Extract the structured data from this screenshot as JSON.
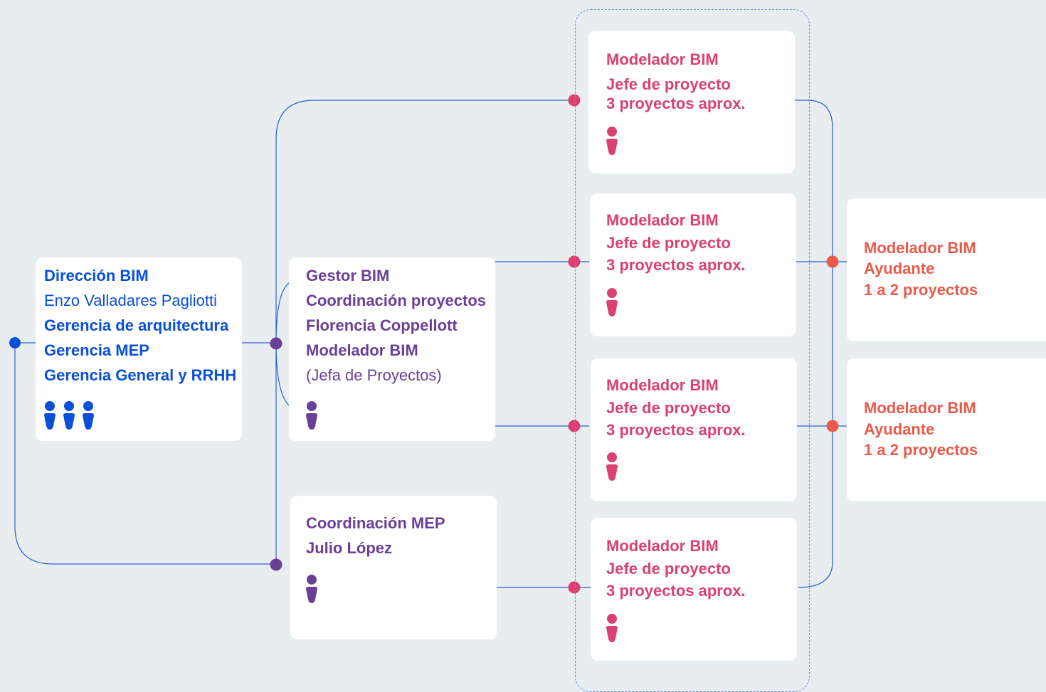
{
  "colors": {
    "background": "#e8edf0",
    "blue": "#0a4fd8",
    "purple": "#6a3f96",
    "pink": "#d94270",
    "orange": "#e85a4b",
    "connector": "#2b5fd6"
  },
  "direccion": {
    "title": "Dirección BIM",
    "name": "Enzo Valladares Pagliotti",
    "line1": "Gerencia de arquitectura",
    "line2": "Gerencia MEP",
    "line3": "Gerencia General y RRHH",
    "people_count": 3,
    "icon": "person-icon"
  },
  "gestor": {
    "title": "Gestor BIM",
    "line1": "Coordinación proyectos",
    "line2": "Florencia Coppellott",
    "line3": "Modelador BIM",
    "line4": "(Jefa de Proyectos)",
    "people_count": 1,
    "icon": "person-icon"
  },
  "mep": {
    "title": "Coordinación MEP",
    "name": "Julio López",
    "people_count": 1,
    "icon": "person-icon"
  },
  "modeladores": [
    {
      "title": "Modelador BIM",
      "role": "Jefe de proyecto",
      "load": "3 proyectos aprox."
    },
    {
      "title": "Modelador BIM",
      "role": "Jefe de proyecto",
      "load": "3 proyectos aprox."
    },
    {
      "title": "Modelador BIM",
      "role": "Jefe de proyecto",
      "load": "3 proyectos aprox."
    },
    {
      "title": "Modelador BIM",
      "role": "Jefe de proyecto",
      "load": "3 proyectos aprox."
    }
  ],
  "ayudantes": [
    {
      "title": "Modelador BIM",
      "role": "Ayudante",
      "load": "1 a 2 proyectos"
    },
    {
      "title": "Modelador BIM",
      "role": "Ayudante",
      "load": "1 a 2 proyectos"
    }
  ]
}
